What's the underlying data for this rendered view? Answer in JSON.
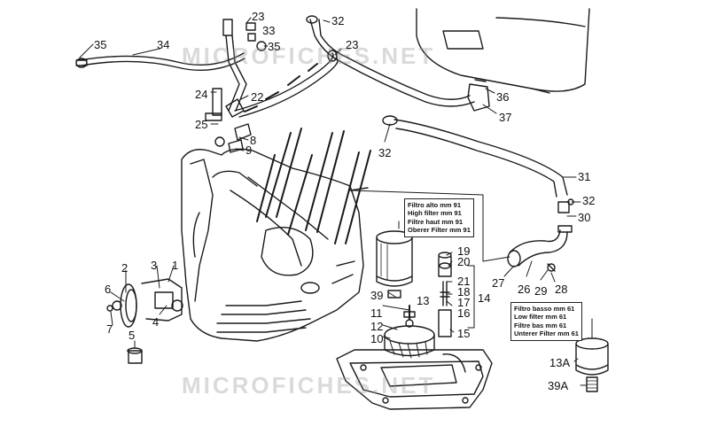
{
  "watermarks": {
    "top": "MICROFICHES.NET",
    "bottom": "MICROFICHES.NET"
  },
  "callouts": {
    "n1": "1",
    "n2": "2",
    "n3": "3",
    "n4": "4",
    "n5": "5",
    "n6": "6",
    "n7": "7",
    "n8": "8",
    "n9": "9",
    "n10": "10",
    "n11": "11",
    "n12": "12",
    "n13": "13",
    "n14": "14",
    "n15": "15",
    "n16": "16",
    "n17": "17",
    "n18": "18",
    "n19": "19",
    "n20": "20",
    "n21": "21",
    "n22": "22",
    "n23a": "23",
    "n23b": "23",
    "n24": "24",
    "n25": "25",
    "n26": "26",
    "n27": "27",
    "n28": "28",
    "n29": "29",
    "n30": "30",
    "n31": "31",
    "n32a": "32",
    "n32b": "32",
    "n32c": "32",
    "n33": "33",
    "n34": "34",
    "n35a": "35",
    "n35b": "35",
    "n36": "36",
    "n37": "37",
    "n39": "39",
    "n13a": "13A",
    "n39a": "39A"
  },
  "high_filter_label": {
    "line1": "Filtro alto mm 91",
    "line2": "High filter mm 91",
    "line3": "Filtre haut  mm 91",
    "line4": "Oberer Filter mm 91"
  },
  "low_filter_label": {
    "line1": "Filtro basso mm 61",
    "line2": "Low filter mm 61",
    "line3": "Filtre bas mm 61",
    "line4": "Unterer Filter mm 61"
  }
}
